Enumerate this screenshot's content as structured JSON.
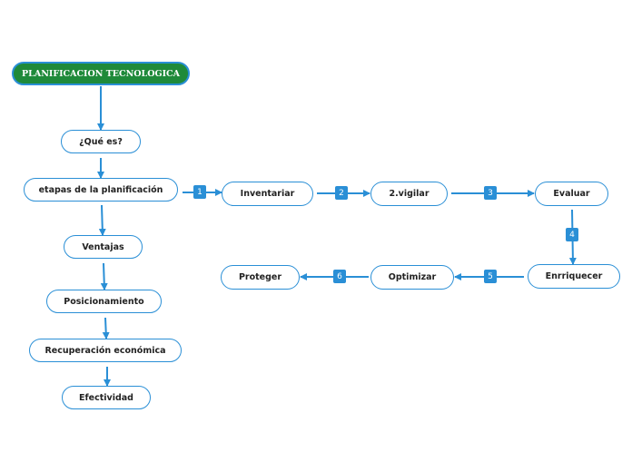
{
  "root": "PLANIFICACION TECNOLOGICA",
  "left_nodes": [
    "¿Qué es?",
    "etapas de la planificación",
    "Ventajas",
    "Posicionamiento",
    "Recuperación económica",
    "Efectividad"
  ],
  "steps": [
    "Inventariar",
    "2.vigilar",
    "Evaluar",
    "Enrriquecer",
    "Optimizar",
    "Proteger"
  ],
  "step_numbers": [
    "1",
    "2",
    "3",
    "4",
    "5",
    "6"
  ],
  "colors": {
    "root_fill": "#1f8a3a",
    "line": "#2a8fd6",
    "node_border": "#2a8fd6"
  }
}
